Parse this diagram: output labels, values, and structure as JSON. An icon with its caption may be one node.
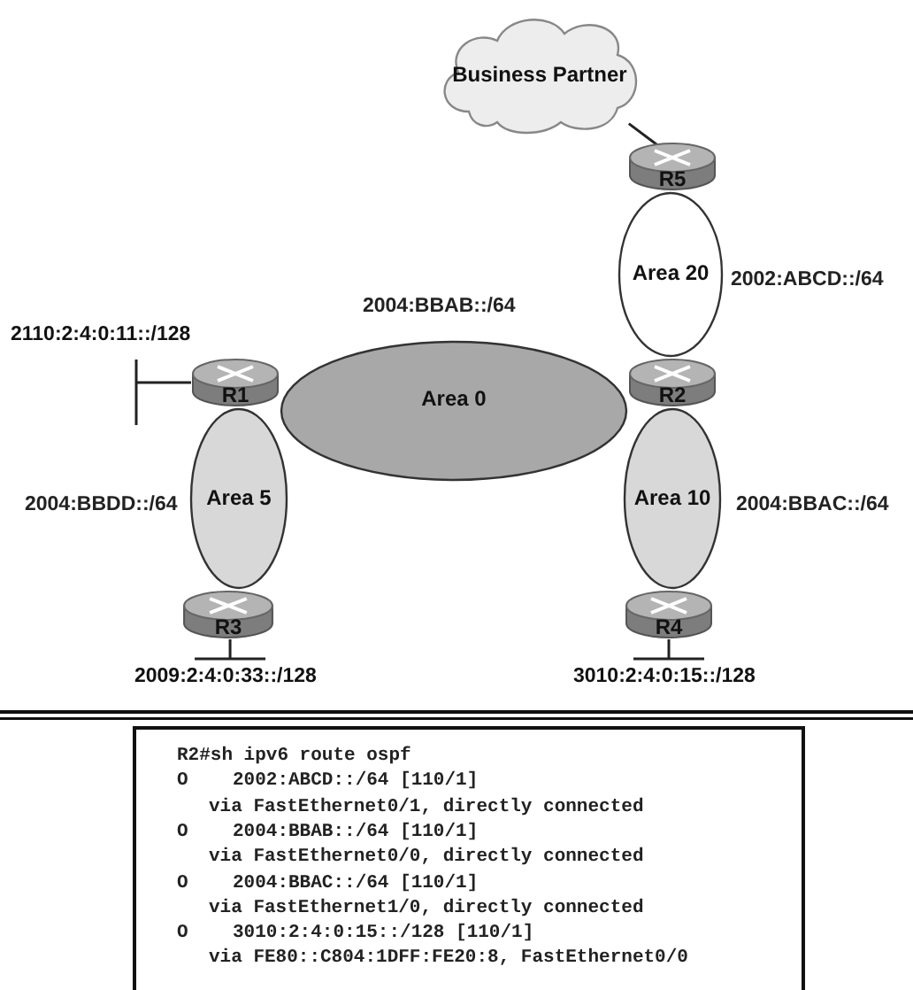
{
  "diagram": {
    "nodes": [
      {
        "text": [
          "Business Partner"
        ]
      },
      {
        "text": [
          "R5"
        ]
      },
      {
        "text": [
          "Area 20"
        ],
        "beside": [
          "2002:ABCD::/64"
        ]
      },
      {
        "text": [
          "Area 0"
        ],
        "beside": [
          "2004:BBAB::/64"
        ]
      },
      {
        "text": [
          "R1"
        ]
      },
      {
        "text": [
          "R2"
        ]
      },
      {
        "text": [
          "Area 5"
        ],
        "beside": [
          "2004:BBDD::/64"
        ]
      },
      {
        "text": [
          "Area 10"
        ],
        "beside": [
          "2004:BBAC::/64"
        ]
      },
      {
        "text": [
          "R3"
        ]
      },
      {
        "text": [
          "R4"
        ]
      },
      {
        "text": [
          "R2#sh ipv6 route ospf",
          "O    2002:ABCD::/64 [110/1]",
          "via FastEthernet0/1, directly connected",
          "O    2004:BBAB::/64 [110/1]",
          "via FastEthernet0/0, directly connected",
          "O    2004:BBAC::/64 [110/1]",
          "via FastEthernet1/0, directly connected",
          "O    3010:2:4:0:15::/128 [110/1]",
          "via FE80::C804:1DFF:FE20:8, FastEthernet0/0"
        ]
      }
    ],
    "edges": [
      {
        "from": 0,
        "to": 1,
        "arrow": "none"
      },
      {
        "from": 4,
        "to": null,
        "arrow": "none",
        "label": "2110:2:4:0:11::/128"
      },
      {
        "from": 8,
        "to": null,
        "arrow": "none",
        "label": "2009:2:4:0:33::/128"
      },
      {
        "from": 9,
        "to": null,
        "arrow": "none",
        "label": "3010:2:4:0:15::/128"
      }
    ]
  }
}
